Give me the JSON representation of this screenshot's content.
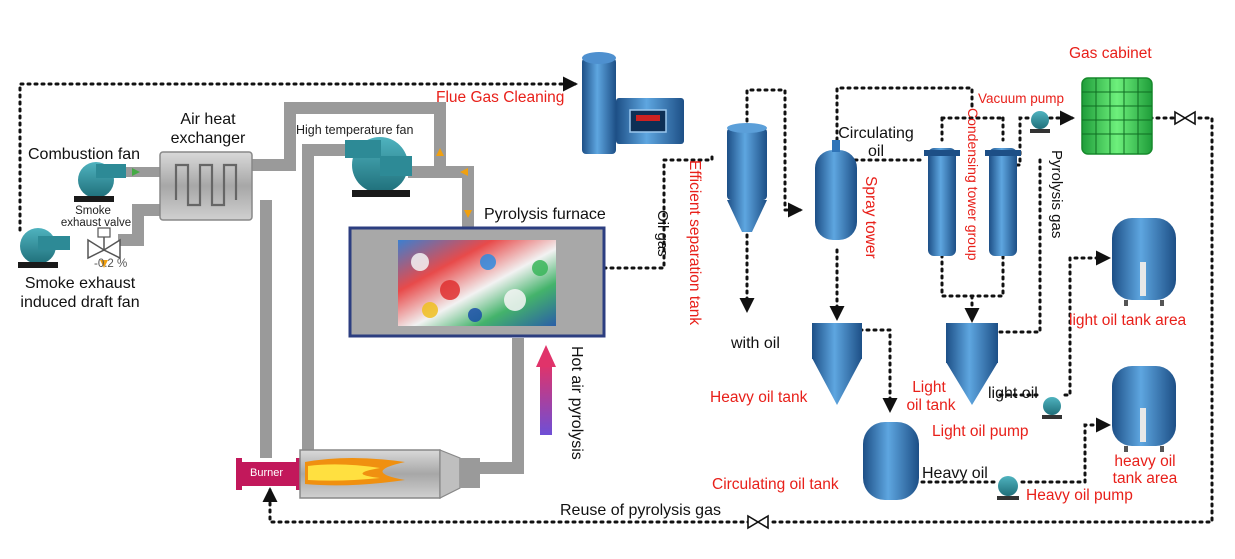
{
  "labels": {
    "combustion_fan": "Combustion fan",
    "air_heat_exchanger_1": "Air heat",
    "air_heat_exchanger_2": "exchanger",
    "smoke_exhaust_valve_1": "Smoke",
    "smoke_exhaust_valve_2": "exhaust valve",
    "valve_percent": "-0.2 %",
    "smoke_exhaust_fan_1": "Smoke exhaust",
    "smoke_exhaust_fan_2": "induced draft fan",
    "high_temperature_fan": "High temperature fan",
    "flue_gas_cleaning": "Flue Gas Cleaning",
    "pyrolysis_furnace": "Pyrolysis furnace",
    "oil_gas": "Oil gas",
    "efficient_separation_tank": "Efficient separation tank",
    "with_oil": "with oil",
    "heavy_oil_tank": "Heavy oil tank",
    "circulating_oil_1": "Circulating",
    "circulating_oil_2": "oil",
    "spray_tower": "Spray tower",
    "condensing_tower_group": "Condensing tower group",
    "vacuum_pump": "Vacuum pump",
    "gas_cabinet": "Gas cabinet",
    "pyrolysis_gas": "Pyrolysis gas",
    "light_oil_tank_area": "light oil tank area",
    "light_oil_tank_1": "Light",
    "light_oil_tank_2": "oil tank",
    "light_oil": "light oil",
    "light_oil_pump": "Light oil pump",
    "heavy_oil_tank_area_1": "heavy oil",
    "heavy_oil_tank_area_2": "tank area",
    "circulating_oil_tank": "Circulating oil tank",
    "heavy_oil": "Heavy oil",
    "heavy_oil_pump": "Heavy oil pump",
    "hot_air_pyrolysis": "Hot air pyrolysis",
    "burner": "Burner",
    "reuse_of_pyrolysis_gas": "Reuse of pyrolysis gas"
  },
  "colors": {
    "label_red": "#e8201a",
    "equipment_blue": "#2f74b8",
    "fan_teal": "#2d8a96",
    "duct_gray": "#9a9a9a",
    "flow_arrow_orange": "#f0a010",
    "gas_cabinet_green": "#33cc44",
    "burner_magenta": "#c2185b",
    "hot_air_arrow": "#d6336c"
  }
}
